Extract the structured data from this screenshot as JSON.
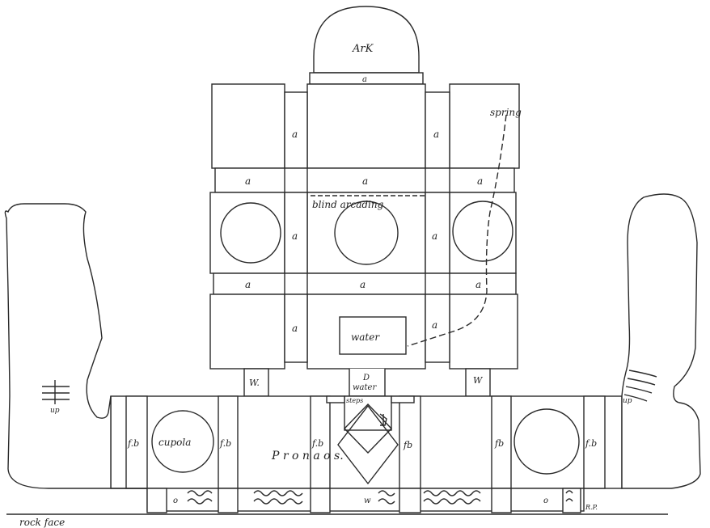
{
  "plan": {
    "labels": {
      "ark": "ArK",
      "a_top": "a",
      "a_left_upper": "a",
      "a_right_upper": "a",
      "a_row1_left": "a",
      "a_row1_mid": "a",
      "a_row1_right": "a",
      "blind_arcading": "blind arcading",
      "a_left_mid": "a",
      "a_right_mid": "a",
      "a_row2_left": "a",
      "a_row2_mid": "a",
      "a_row2_right": "a",
      "a_left_low": "a",
      "a_right_low": "a",
      "water_box": "water",
      "spring": "spring",
      "w_left": "W.",
      "w_right": "W",
      "d_water": "D",
      "water_channel": "water",
      "steps": "steps",
      "up_left": "up",
      "up_right": "up",
      "fb_1": "f.b",
      "fb_2": "f.b",
      "fb_3": "f.b",
      "fb_4": "fb",
      "fb_5": "fb",
      "fb_6": "f.b",
      "cupola": "cupola",
      "pronaos": "P r o n a o s.",
      "o_left": "o",
      "o_right": "o",
      "w_bottom": "w",
      "rp": "R.P.",
      "rock_face": "rock face"
    }
  }
}
